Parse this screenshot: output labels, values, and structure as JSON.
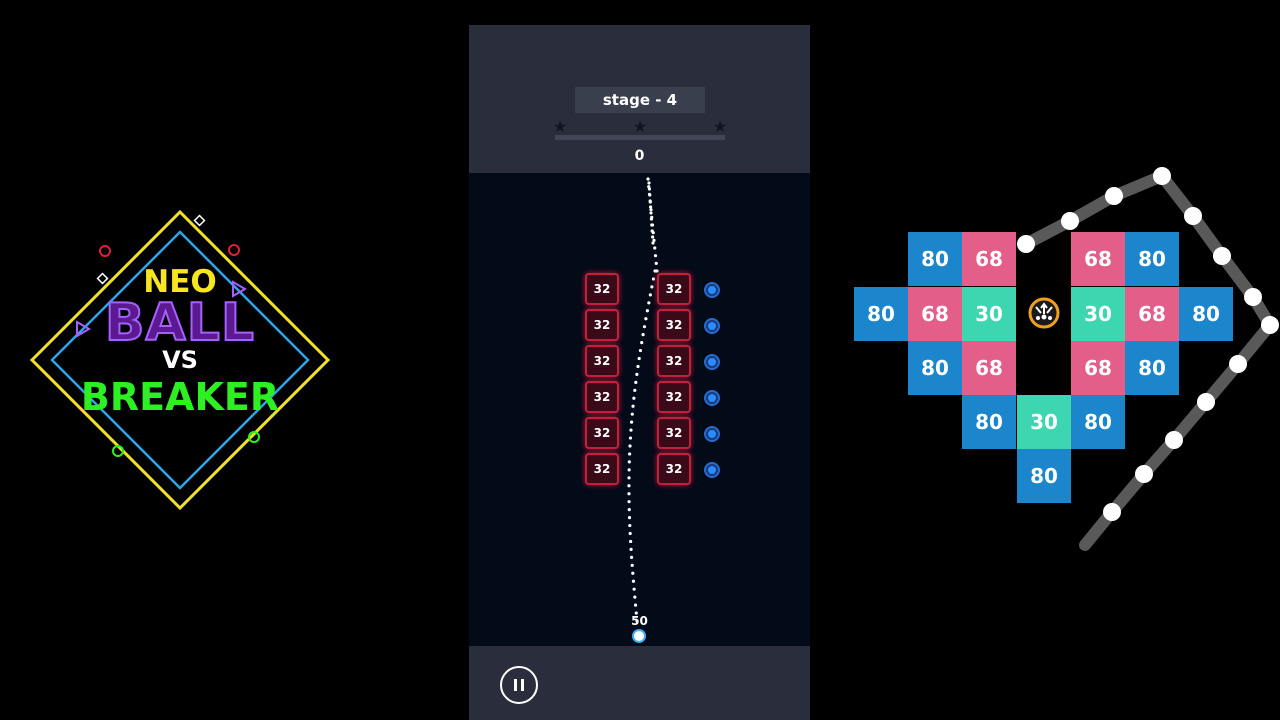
{
  "logo": {
    "line1": "NEO",
    "line2": "BALL",
    "line3": "VS",
    "line4": "BREAKER",
    "colors": {
      "neo": "#f7e520",
      "ball": "#a760ff",
      "vs": "#ffffff",
      "breaker": "#2cf022",
      "outer_frame": "#f2e12a",
      "inner_frame": "#2aa6e8"
    }
  },
  "game": {
    "stage_label": "stage - 4",
    "score": "0",
    "stars": [
      "star-icon",
      "star-icon",
      "star-icon"
    ],
    "ball_count": "50",
    "bricks": [
      {
        "value": "32"
      },
      {
        "value": "32"
      },
      {
        "value": "32"
      },
      {
        "value": "32"
      },
      {
        "value": "32"
      },
      {
        "value": "32"
      },
      {
        "value": "32"
      },
      {
        "value": "32"
      },
      {
        "value": "32"
      },
      {
        "value": "32"
      },
      {
        "value": "32"
      },
      {
        "value": "32"
      }
    ],
    "pickups": 6,
    "pause_icon": "pause-icon",
    "colors": {
      "brick_border": "#c4203e",
      "pickup": "#2a8cff",
      "panel": "#2a2e3c",
      "playfield": "#030a18"
    }
  },
  "board": {
    "tiles": [
      {
        "value": "80",
        "color": "blue"
      },
      {
        "value": "68",
        "color": "pink"
      },
      {
        "value": "68",
        "color": "pink"
      },
      {
        "value": "80",
        "color": "blue"
      },
      {
        "value": "80",
        "color": "blue"
      },
      {
        "value": "68",
        "color": "pink"
      },
      {
        "value": "30",
        "color": "teal"
      },
      {
        "value": "30",
        "color": "teal"
      },
      {
        "value": "68",
        "color": "pink"
      },
      {
        "value": "80",
        "color": "blue"
      },
      {
        "value": "80",
        "color": "blue"
      },
      {
        "value": "68",
        "color": "pink"
      },
      {
        "value": "68",
        "color": "pink"
      },
      {
        "value": "80",
        "color": "blue"
      },
      {
        "value": "80",
        "color": "blue"
      },
      {
        "value": "30",
        "color": "teal"
      },
      {
        "value": "80",
        "color": "blue"
      },
      {
        "value": "80",
        "color": "blue"
      }
    ],
    "split_icon": "split-arrows-icon",
    "colors": {
      "blue": "#1c86cc",
      "pink": "#e45e8a",
      "teal": "#3ed6b0",
      "split": "#f0a020"
    }
  }
}
